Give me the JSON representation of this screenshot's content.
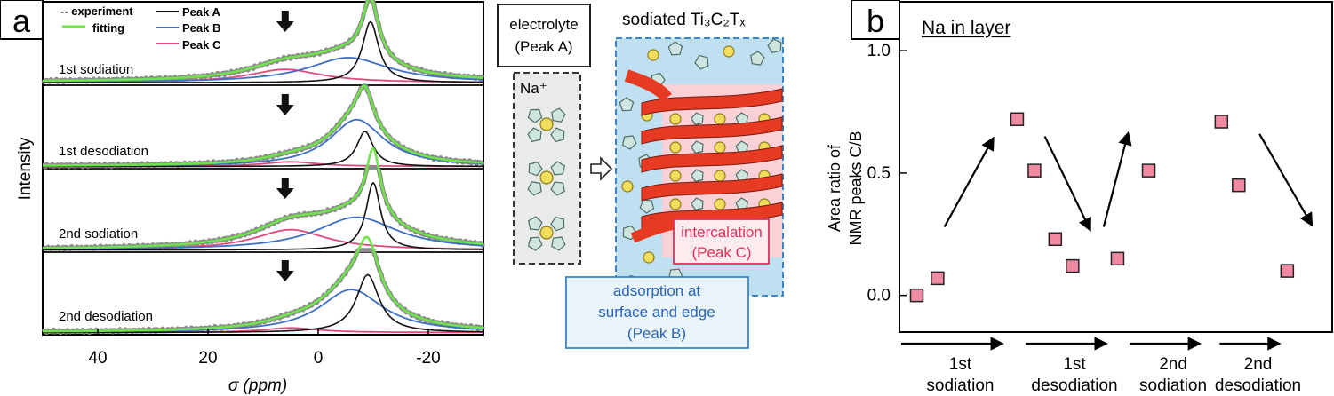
{
  "panel_labels": {
    "a": "a",
    "b": "b"
  },
  "chart_data": [
    {
      "type": "line",
      "panel": "a",
      "xlabel": "σ (ppm)",
      "ylabel": "Intensity",
      "xlim": [
        50,
        -30
      ],
      "x_ticks": [
        40,
        20,
        0,
        -20
      ],
      "x_tick_labels": [
        "40",
        "20",
        "0",
        "-20"
      ],
      "legend": {
        "experiment": "-- experiment",
        "fitting": "fitting",
        "peak_a": "Peak A",
        "peak_b": "Peak B",
        "peak_c": "Peak C"
      },
      "series_colors": {
        "experiment": "#8c8c8c",
        "fitting": "#6ee34a",
        "peak_a": "#111111",
        "peak_b": "#3d6fc4",
        "peak_c": "#e04a78"
      },
      "rows": [
        {
          "label": "1st sodiation",
          "peakA": {
            "center": -9.5,
            "width": 1.8,
            "height": 0.78
          },
          "peakB": {
            "center": -5.5,
            "width": 9.0,
            "height": 0.32
          },
          "peakC": {
            "center": 6.0,
            "width": 8.0,
            "height": 0.17
          },
          "baseline": 0.02,
          "arrow_x": 6.0
        },
        {
          "label": "1st desodiation",
          "peakA": {
            "center": -8.5,
            "width": 1.8,
            "height": 0.45
          },
          "peakB": {
            "center": -7.0,
            "width": 6.0,
            "height": 0.6
          },
          "peakC": {
            "center": 5.0,
            "width": 6.0,
            "height": 0.06
          },
          "baseline": 0.01,
          "arrow_x": 6.0
        },
        {
          "label": "2nd sodiation",
          "peakA": {
            "center": -10.0,
            "width": 1.6,
            "height": 0.86
          },
          "peakB": {
            "center": -7.0,
            "width": 9.0,
            "height": 0.42
          },
          "peakC": {
            "center": 5.0,
            "width": 8.0,
            "height": 0.26
          },
          "baseline": 0.01,
          "arrow_x": 6.0
        },
        {
          "label": "2nd desodiation",
          "peakA": {
            "center": -9.0,
            "width": 2.5,
            "height": 0.74
          },
          "peakB": {
            "center": -6.0,
            "width": 7.0,
            "height": 0.55
          },
          "peakC": {
            "center": 5.0,
            "width": 6.0,
            "height": 0.06
          },
          "baseline": 0.01,
          "arrow_x": 6.0
        }
      ]
    },
    {
      "type": "scatter",
      "panel": "b",
      "title": "Na in layer",
      "ylabel_lines": [
        "Area ratio of",
        "NMR peaks C/B"
      ],
      "ylim": [
        -0.15,
        1.2
      ],
      "y_ticks": [
        0.0,
        0.5,
        1.0
      ],
      "y_tick_labels": [
        "0.0",
        "0.5",
        "1.0"
      ],
      "marker_color": "#f08aa3",
      "points": [
        {
          "x": 0.5,
          "y": 0.0
        },
        {
          "x": 1.1,
          "y": 0.07
        },
        {
          "x": 3.4,
          "y": 0.72
        },
        {
          "x": 3.9,
          "y": 0.51
        },
        {
          "x": 4.5,
          "y": 0.23
        },
        {
          "x": 5.0,
          "y": 0.12
        },
        {
          "x": 6.3,
          "y": 0.15
        },
        {
          "x": 7.2,
          "y": 0.51
        },
        {
          "x": 9.3,
          "y": 0.71
        },
        {
          "x": 9.8,
          "y": 0.45
        },
        {
          "x": 11.2,
          "y": 0.1
        }
      ],
      "trend_arrows": [
        {
          "x1": 1.3,
          "y1": 0.28,
          "x2": 2.7,
          "y2": 0.64
        },
        {
          "x1": 4.2,
          "y1": 0.65,
          "x2": 5.5,
          "y2": 0.27
        },
        {
          "x1": 5.9,
          "y1": 0.28,
          "x2": 6.6,
          "y2": 0.66
        },
        {
          "x1": 10.4,
          "y1": 0.66,
          "x2": 11.9,
          "y2": 0.29
        }
      ],
      "xlim": [
        0,
        12.5
      ],
      "stages": [
        {
          "line1": "1st",
          "line2": "sodiation",
          "x_start": 0.0,
          "x_end": 3.0
        },
        {
          "line1": "1st",
          "line2": "desodiation",
          "x_start": 3.6,
          "x_end": 6.0
        },
        {
          "line1": "2nd",
          "line2": "sodiation",
          "x_start": 6.6,
          "x_end": 8.7
        },
        {
          "line1": "2nd",
          "line2": "desodiation",
          "x_start": 9.2,
          "x_end": 11.0
        }
      ]
    }
  ],
  "schematic": {
    "electrolyte_title_1": "electrolyte",
    "electrolyte_title_2": "(Peak A)",
    "na_label": "Na⁺",
    "sodiated_label": "sodiated Ti₃C₂Tₓ",
    "intercalation_1": "intercalation",
    "intercalation_2": "(Peak C)",
    "adsorption_1": "adsorption at",
    "adsorption_2": "surface and edge",
    "adsorption_3": "(Peak B)",
    "colors": {
      "sheet": "#e63a22",
      "na": "#f2de5c",
      "solvent": "#cfe6e0",
      "box_blue": "#bfe0f0",
      "box_pink": "#f9d2d7",
      "text_red": "#e0305a",
      "text_blue": "#2a64b8"
    }
  }
}
